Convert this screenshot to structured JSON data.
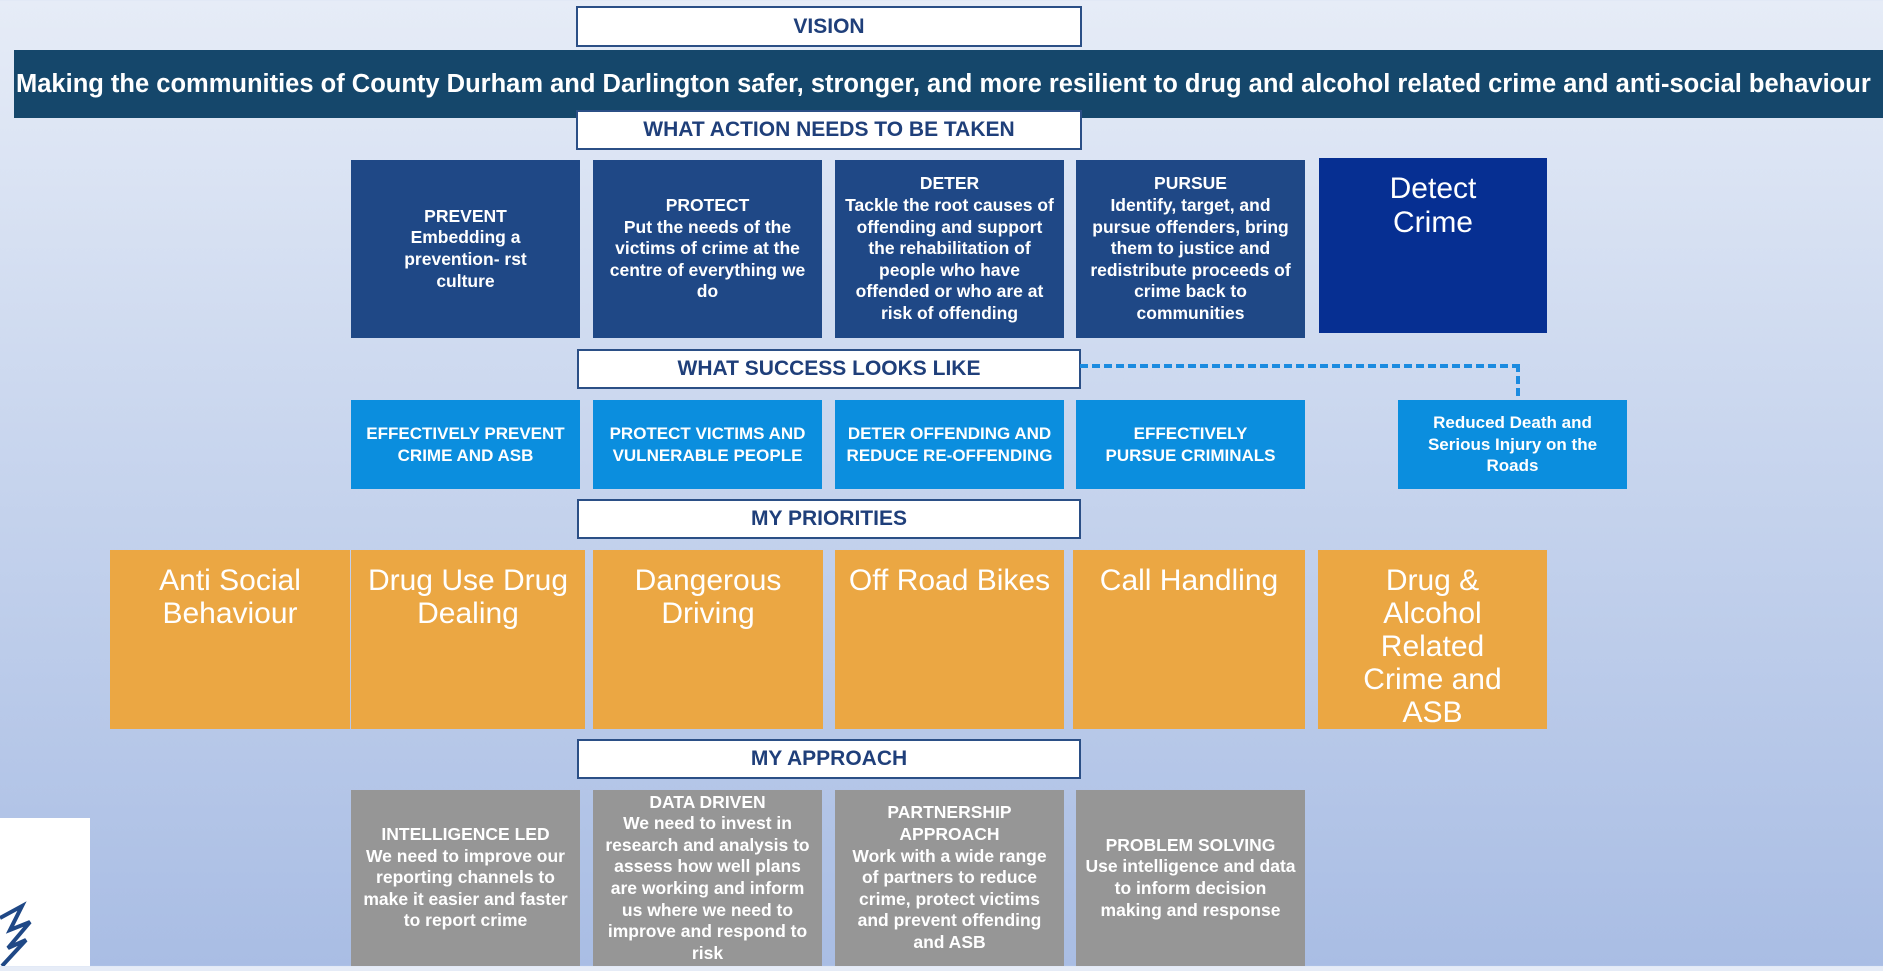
{
  "vision": {
    "header": "VISION",
    "statement": "Making the communities of County Durham and Darlington safer, stronger, and more resilient to drug and alcohol related crime and anti-social behaviour"
  },
  "action": {
    "header": "WHAT ACTION NEEDS TO BE TAKEN",
    "boxes": [
      {
        "title": "PREVENT",
        "text": "Embedding a prevention-  rst culture"
      },
      {
        "title": "PROTECT",
        "text": "Put the needs of the victims of crime at the centre of everything we do"
      },
      {
        "title": "DETER",
        "text": "Tackle the root causes of offending and support the rehabilitation of people who have offended or who are at risk of offending"
      },
      {
        "title": "PURSUE",
        "text": "Identify, target, and pursue offenders, bring them to justice and redistribute proceeds of crime back to communities"
      },
      {
        "title": "",
        "text": "Detect Crime"
      }
    ]
  },
  "success": {
    "header": "WHAT SUCCESS LOOKS LIKE",
    "boxes": [
      "EFFECTIVELY PREVENT CRIME AND ASB",
      "PROTECT VICTIMS AND VULNERABLE PEOPLE",
      "DETER OFFENDING AND REDUCE RE-OFFENDING",
      "EFFECTIVELY PURSUE CRIMINALS",
      "Reduced Death and Serious Injury on the Roads"
    ]
  },
  "priorities": {
    "header": "MY PRIORITIES",
    "boxes": [
      "Anti Social Behaviour",
      "Drug Use Drug Dealing",
      "Dangerous Driving",
      "Off Road Bikes",
      "Call Handling",
      "Drug & Alcohol Related Crime and ASB"
    ]
  },
  "approach": {
    "header": "MY APPROACH",
    "boxes": [
      {
        "title": "INTELLIGENCE LED",
        "text": "We need to improve our reporting channels to make it easier and faster to report crime"
      },
      {
        "title": "DATA DRIVEN",
        "text": "We need to invest in research and analysis to assess how well plans are working and inform us where we need to improve and respond to risk"
      },
      {
        "title": "PARTNERSHIP APPROACH",
        "text": "Work with a wide range of partners to reduce crime, protect victims and prevent offending and ASB"
      },
      {
        "title": "PROBLEM SOLVING",
        "text": "Use intelligence and data to inform decision making and response"
      }
    ]
  },
  "colors": {
    "dark_blue": "#1f4886",
    "navy": "#062f92",
    "light_blue": "#0b8ede",
    "orange": "#eba743",
    "gray": "#969696",
    "banner": "#15476b"
  }
}
